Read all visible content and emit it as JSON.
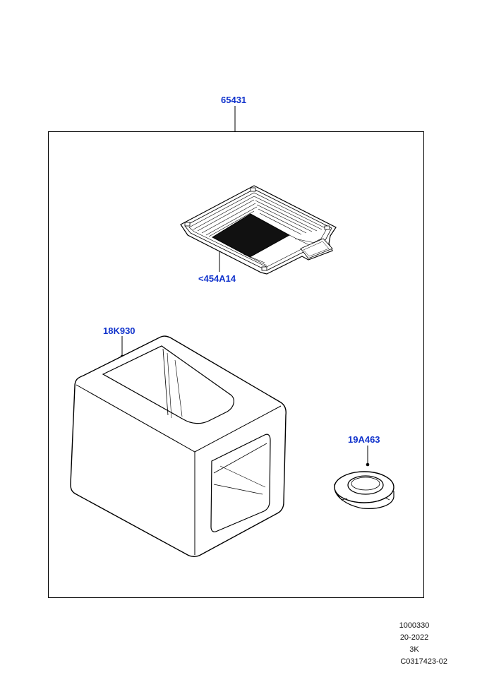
{
  "callouts": {
    "assembly": "65431",
    "mat": "<454A14",
    "console_box": "18K930",
    "ring": "19A463"
  },
  "reference": {
    "line1": "1000330",
    "line2": "20-2022",
    "line3": "3K",
    "line4": "C0317423-02"
  },
  "colors": {
    "callout": "#1133cc",
    "line": "#000000",
    "background": "#ffffff"
  }
}
